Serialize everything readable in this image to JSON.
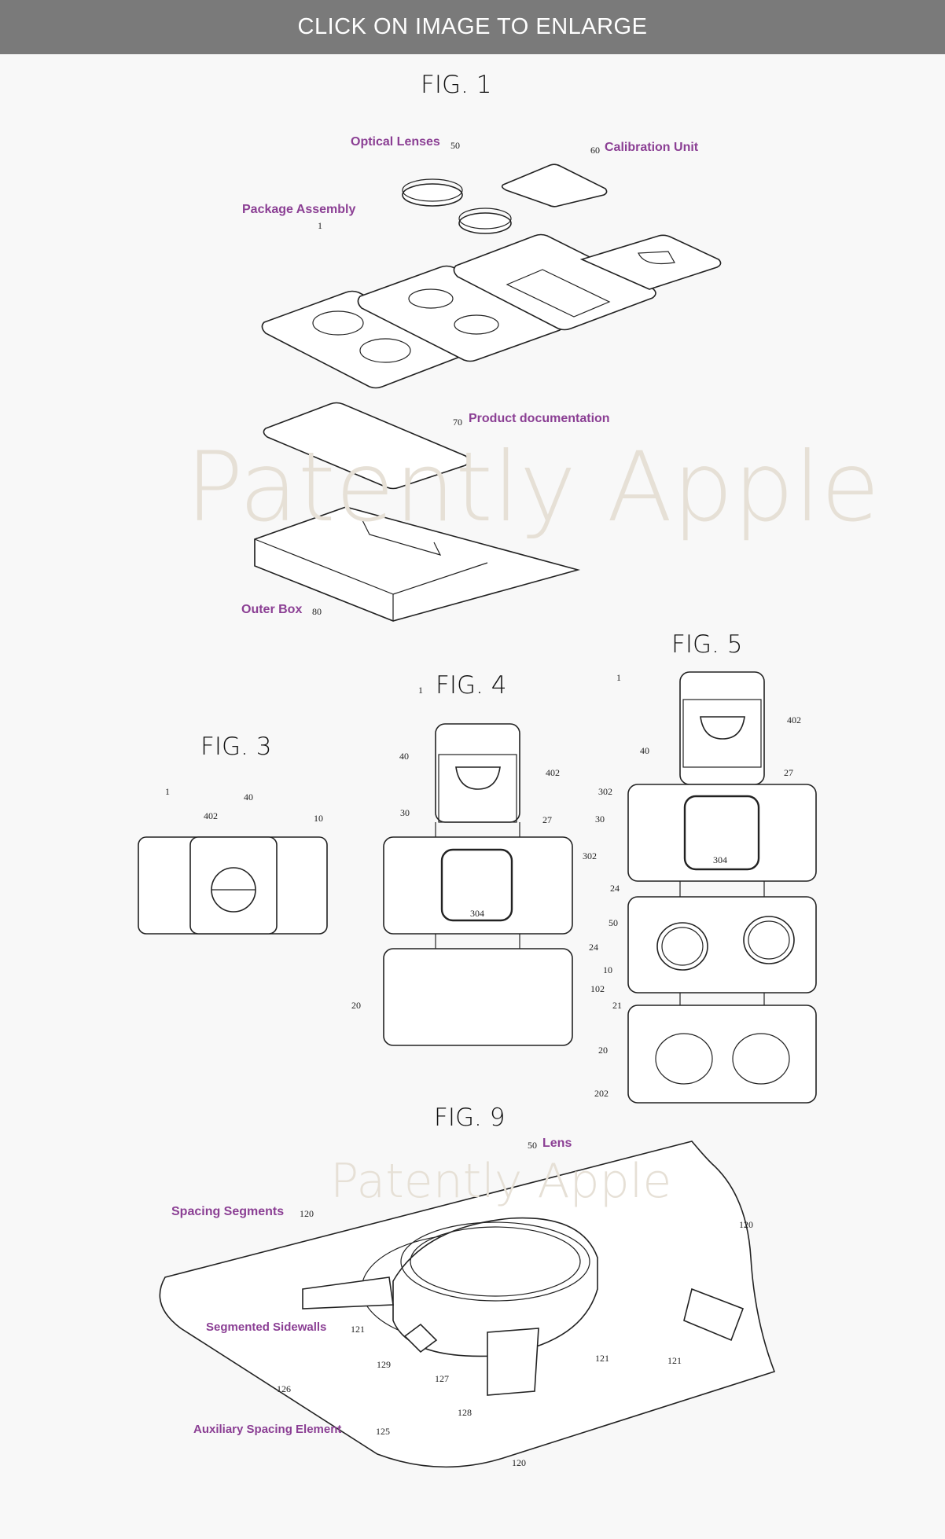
{
  "header": {
    "banner": "CLICK ON IMAGE TO ENLARGE"
  },
  "watermark": "Patently Apple",
  "fig1": {
    "title": "FIG. 1",
    "labels": {
      "optical_lenses": "Optical Lenses",
      "optical_lenses_num": "50",
      "calibration_unit": "Calibration Unit",
      "calibration_unit_num": "60",
      "package_assembly": "Package Assembly",
      "package_assembly_num": "1",
      "product_documentation": "Product documentation",
      "product_documentation_num": "70",
      "outer_box": "Outer Box",
      "outer_box_num": "80"
    }
  },
  "fig3": {
    "title": "FIG. 3",
    "nums": [
      "1",
      "402",
      "40",
      "10"
    ]
  },
  "fig4": {
    "title": "FIG. 4",
    "nums": [
      "1",
      "40",
      "402",
      "30",
      "27",
      "302",
      "304",
      "24",
      "20"
    ]
  },
  "fig5": {
    "title": "FIG. 5",
    "nums": [
      "1",
      "402",
      "40",
      "27",
      "302",
      "30",
      "304",
      "24",
      "50",
      "10",
      "102",
      "21",
      "20",
      "202"
    ]
  },
  "fig9": {
    "title": "FIG. 9",
    "labels": {
      "lens": "Lens",
      "lens_num": "50",
      "spacing_segments": "Spacing Segments",
      "spacing_segments_num": "120",
      "segmented_sidewalls": "Segmented Sidewalls",
      "segmented_sidewalls_num": "121",
      "auxiliary_spacing_element": "Auxiliary Spacing Element",
      "auxiliary_spacing_element_num": "125"
    },
    "nums": [
      "129",
      "127",
      "126",
      "128",
      "120",
      "121",
      "121",
      "120"
    ]
  }
}
